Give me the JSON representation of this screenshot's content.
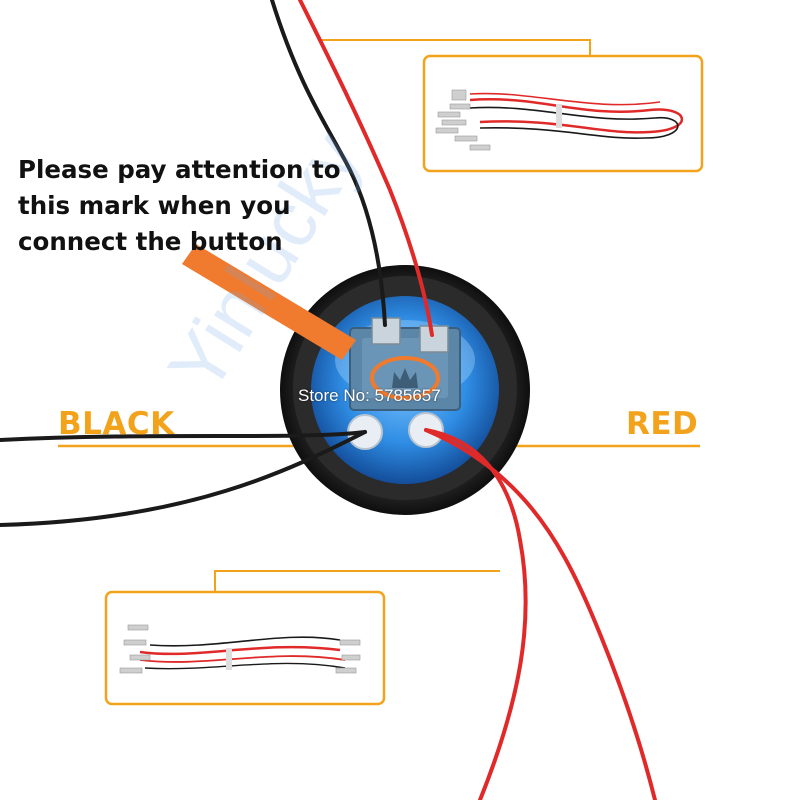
{
  "annotation": {
    "lines": [
      "Please pay attention to",
      "this mark when you",
      "connect the button"
    ]
  },
  "labels": {
    "black": "BLACK",
    "red": "RED"
  },
  "watermark": {
    "store": "Store No: 5785657",
    "brand": "Yinlucky"
  },
  "colors": {
    "accent_orange": "#f2a31b",
    "arrow_orange": "#f07a2e",
    "wire_red": "#e02a2a",
    "wire_black": "#1a1a1a",
    "button_blue": "#2f8de4"
  },
  "icons": {
    "arrow": "arrow-icon",
    "mark": "crown-mark-icon"
  }
}
